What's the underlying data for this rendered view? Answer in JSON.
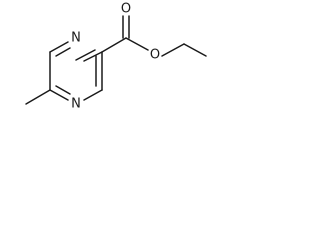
{
  "molecule": {
    "atoms": {
      "n_top": "N",
      "n_bottom": "N",
      "o_carbonyl": "O",
      "o_ester": "O"
    }
  },
  "colors": {
    "bond": "#1a1a1a",
    "background": "#ffffff"
  }
}
